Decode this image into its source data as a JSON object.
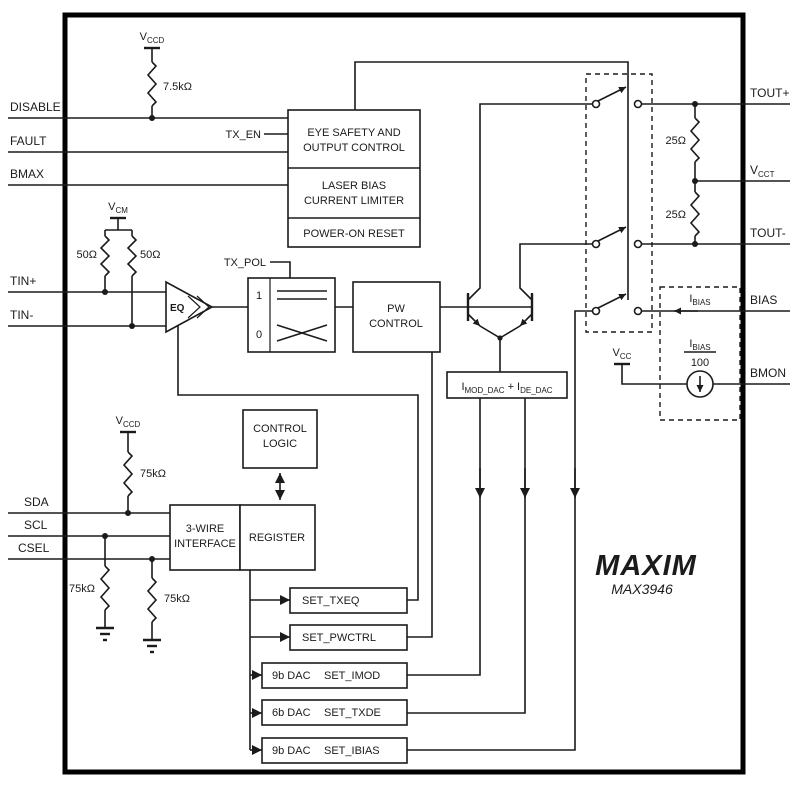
{
  "brand": {
    "logo": "MAXIM",
    "part": "MAX3946"
  },
  "pins": {
    "left": [
      "DISABLE",
      "FAULT",
      "BMAX",
      "TIN+",
      "TIN-",
      "SDA",
      "SCL",
      "CSEL"
    ],
    "right": {
      "tout_p": "TOUT+",
      "vcct": {
        "base": "V",
        "sub": "CCT"
      },
      "tout_n": "TOUT-",
      "bias": "BIAS",
      "bmon": "BMON"
    }
  },
  "power": {
    "vccd": {
      "base": "V",
      "sub": "CCD"
    },
    "vcm": {
      "base": "V",
      "sub": "CM"
    },
    "vcc": {
      "base": "V",
      "sub": "CC"
    }
  },
  "resistors": {
    "pullup_disable": "7.5kΩ",
    "term_tin_p": "50Ω",
    "term_tin_n": "50Ω",
    "out_top": "25Ω",
    "out_bottom": "25Ω",
    "pullup_sda": "75kΩ",
    "pulldown_scl": "75kΩ",
    "pulldown_csel": "75kΩ"
  },
  "signals": {
    "tx_en": "TX_EN",
    "tx_pol": "TX_POL"
  },
  "blocks": {
    "eye_safety": {
      "line1": "EYE SAFETY AND",
      "line2": "OUTPUT CONTROL"
    },
    "bias_limiter": {
      "line1": "LASER BIAS",
      "line2": "CURRENT LIMITER"
    },
    "por": "POWER-ON RESET",
    "eq": "EQ",
    "mux": {
      "one": "1",
      "zero": "0"
    },
    "pw_control": {
      "line1": "PW",
      "line2": "CONTROL"
    },
    "control_logic": {
      "line1": "CONTROL",
      "line2": "LOGIC"
    },
    "three_wire": {
      "line1": "3-WIRE",
      "line2": "INTERFACE"
    },
    "register": "REGISTER",
    "set_txeq": "SET_TXEQ",
    "set_pwctrl": "SET_PWCTRL",
    "dac_imod": {
      "prefix": "9b DAC",
      "name": "SET_IMOD"
    },
    "dac_txde": {
      "prefix": "6b DAC",
      "name": "SET_TXDE"
    },
    "dac_ibias": {
      "prefix": "9b DAC",
      "name": "SET_IBIAS"
    }
  },
  "currents": {
    "imod_ide": {
      "b1": "I",
      "s1": "MOD_DAC",
      "b2": " + I",
      "s2": "DE_DAC"
    },
    "ibias": {
      "base": "I",
      "sub": "BIAS"
    },
    "ibias_frac_num": {
      "base": "I",
      "sub": "BIAS"
    },
    "ibias_frac_den": "100"
  }
}
